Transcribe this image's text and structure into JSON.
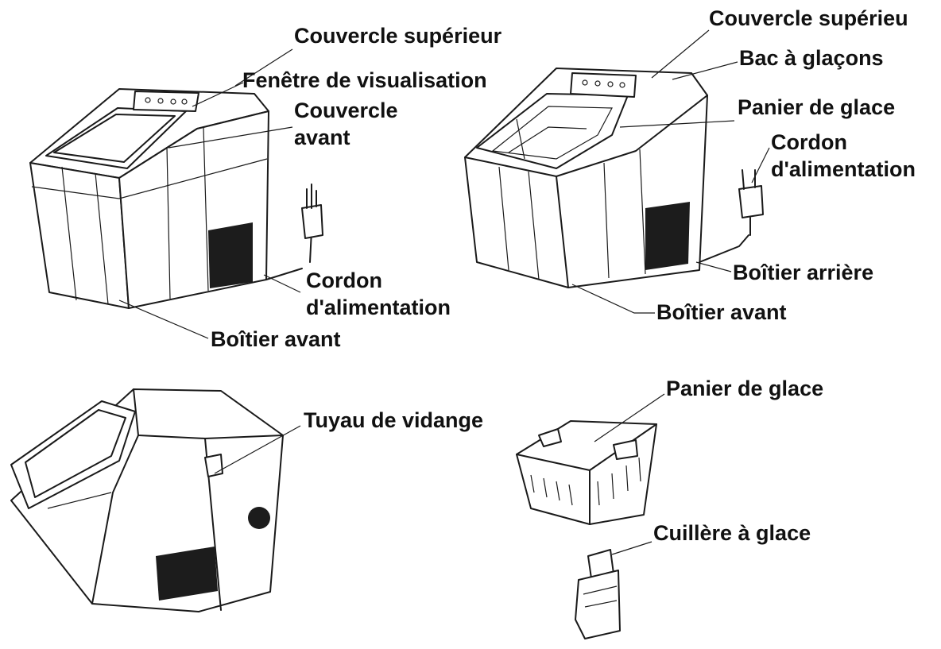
{
  "diagram": {
    "views": [
      {
        "id": "front-closed",
        "labels": {
          "top_cover": "Couvercle supérieur",
          "viewing_window": "Fenêtre de visualisation",
          "front_cover_line1": "Couvercle",
          "front_cover_line2": "avant",
          "power_cord_line1": "Cordon",
          "power_cord_line2": "d'alimentation",
          "front_housing": "Boîtier avant"
        }
      },
      {
        "id": "front-open",
        "labels": {
          "top_cover": "Couvercle supérieu",
          "ice_tray": "Bac à glaçons",
          "ice_basket": "Panier de glace",
          "power_cord_line1": "Cordon",
          "power_cord_line2": "d'alimentation",
          "rear_housing": "Boîtier arrière",
          "front_housing": "Boîtier avant"
        }
      },
      {
        "id": "tilted-bottom",
        "labels": {
          "drain_hose": "Tuyau de vidange"
        }
      },
      {
        "id": "accessories",
        "labels": {
          "ice_basket": "Panier de glace",
          "ice_scoop": "Cuillère à glace"
        }
      }
    ]
  }
}
